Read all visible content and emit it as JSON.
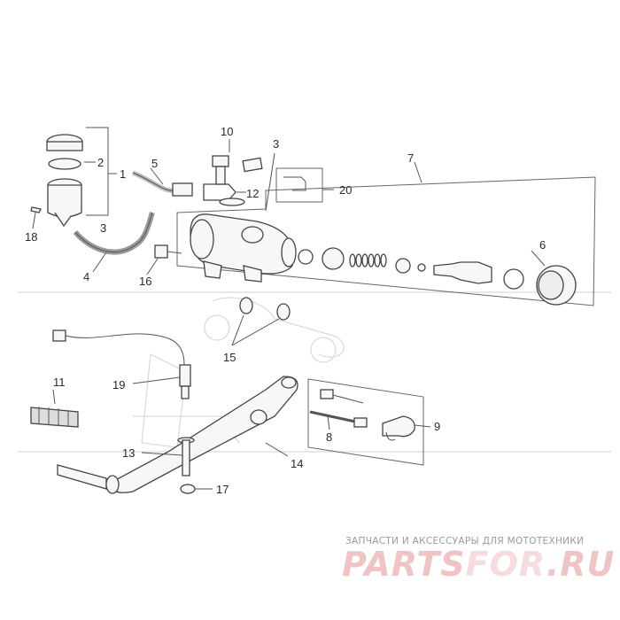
{
  "diagram": {
    "labels": {
      "p1": "1",
      "p2": "2",
      "p3a": "3",
      "p3b": "3",
      "p4": "4",
      "p5": "5",
      "p6": "6",
      "p7": "7",
      "p8": "8",
      "p9": "9",
      "p10": "10",
      "p11": "11",
      "p12": "12",
      "p13": "13",
      "p14": "14",
      "p15": "15",
      "p16": "16",
      "p17": "17",
      "p18": "18",
      "p19": "19",
      "p20": "20"
    }
  },
  "watermark": {
    "tagline": "ЗАПЧАСТИ И АКСЕССУАРЫ ДЛЯ МОТОТЕХНИКИ",
    "brand_main": "PARTS",
    "brand_mid": "FOR",
    "brand_tail": ".RU"
  }
}
